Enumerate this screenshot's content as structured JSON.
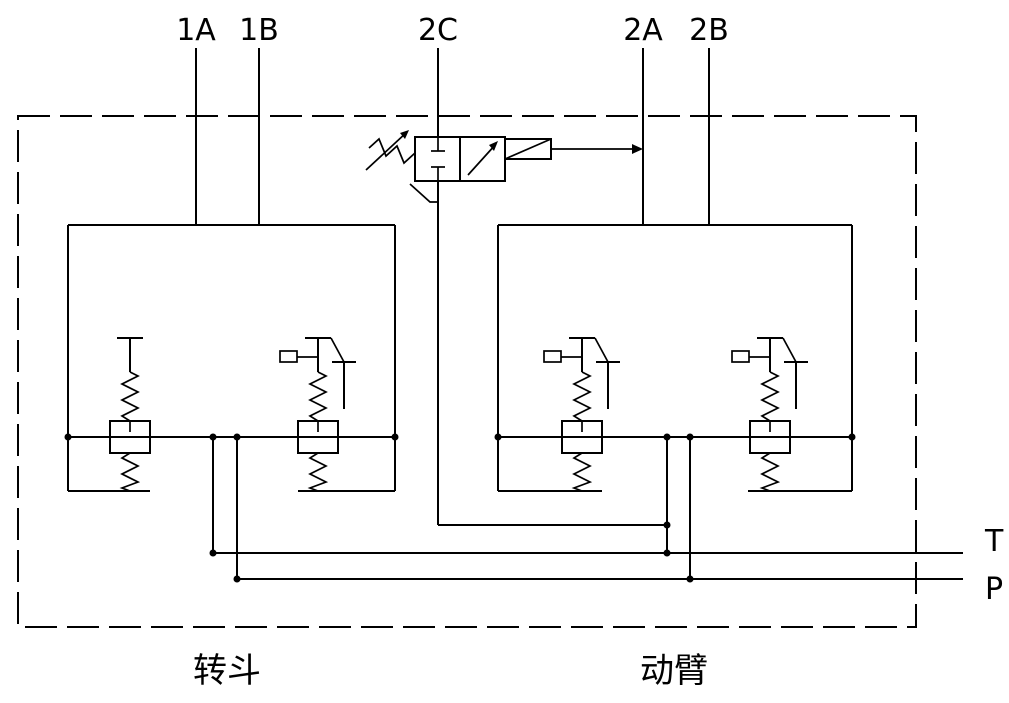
{
  "colors": {
    "line": "#000000",
    "background": "#ffffff"
  },
  "ports_top": [
    {
      "label": "1A"
    },
    {
      "label": "1B"
    },
    {
      "label": "2C"
    },
    {
      "label": "2A"
    },
    {
      "label": "2B"
    }
  ],
  "ports_right": [
    {
      "label": "T"
    },
    {
      "label": "P"
    }
  ],
  "section_labels": [
    {
      "label": "转斗"
    },
    {
      "label": "动臂"
    }
  ]
}
